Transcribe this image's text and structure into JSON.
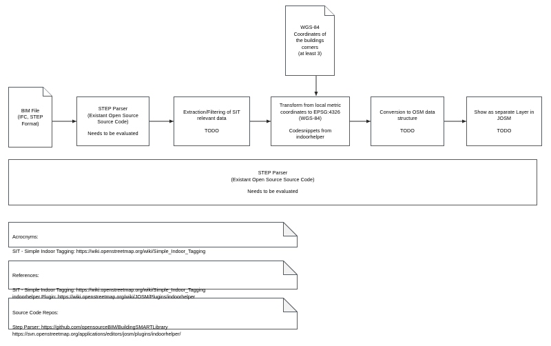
{
  "diagram": {
    "title": "BIM to OSM indoor data workflow",
    "stroke_color": "#555b61",
    "fold_fill_color": "#f2f2f2",
    "background_color": "#ffffff"
  },
  "nodes": {
    "bim_file": {
      "shape": "document",
      "lines": [
        "BIM File",
        "(IFC, STEP",
        "Format)"
      ]
    },
    "wgs84_input": {
      "shape": "document",
      "lines": [
        "WGS-84",
        "Coordinates of",
        "the buildings",
        "corners",
        "(at least 3)"
      ]
    },
    "step_parser": {
      "shape": "process",
      "lines": [
        "STEP Parser",
        "(Existant Open Source",
        "Source Code)"
      ],
      "status": "Needs to be evaluated"
    },
    "extraction": {
      "shape": "process",
      "lines": [
        "Extraction/Filtering of SIT",
        "relevant data"
      ],
      "status": "TODO"
    },
    "transform": {
      "shape": "process",
      "lines": [
        "Transform from local metric",
        "coordinates to EPSG:4326",
        "(WGS-84)"
      ],
      "status": "Codesnippets from\nindoorhelper"
    },
    "conversion": {
      "shape": "process",
      "lines": [
        "Conversion to OSM data",
        "structure"
      ],
      "status": "TODO"
    },
    "show_layer": {
      "shape": "process",
      "lines": [
        "Show as separate Layer in",
        "JOSM"
      ],
      "status": "TODO"
    },
    "wide_step_parser": {
      "shape": "process",
      "lines": [
        "STEP Parser",
        "(Existant Open Source Source Code)"
      ],
      "status": "Needs to be evaluated"
    }
  },
  "notes": {
    "acronyms": {
      "title": "Acrocnyms:",
      "body": "SIT - Simple Indoor Tagging: https://wiki.openstreetmap.org/wiki/Simple_Indoor_Tagging"
    },
    "references": {
      "title": "References:",
      "body": "SIT - Simple Indoor Tagging: https://wiki.openstreetmap.org/wiki/Simple_Indoor_Tagging\nindoorhelper Plugin: https://wiki.openstreetmap.org/wiki/JOSM/Plugins/indoorhelper"
    },
    "source_code_repos": {
      "title": "Source Code Repos:",
      "body": "Step Parser: https://github.com/opensourceBIM/BuildingSMARTLibrary\nhttps://svn.openstreetmap.org/applications/editors/josm/plugins/indoorhelper/"
    }
  }
}
